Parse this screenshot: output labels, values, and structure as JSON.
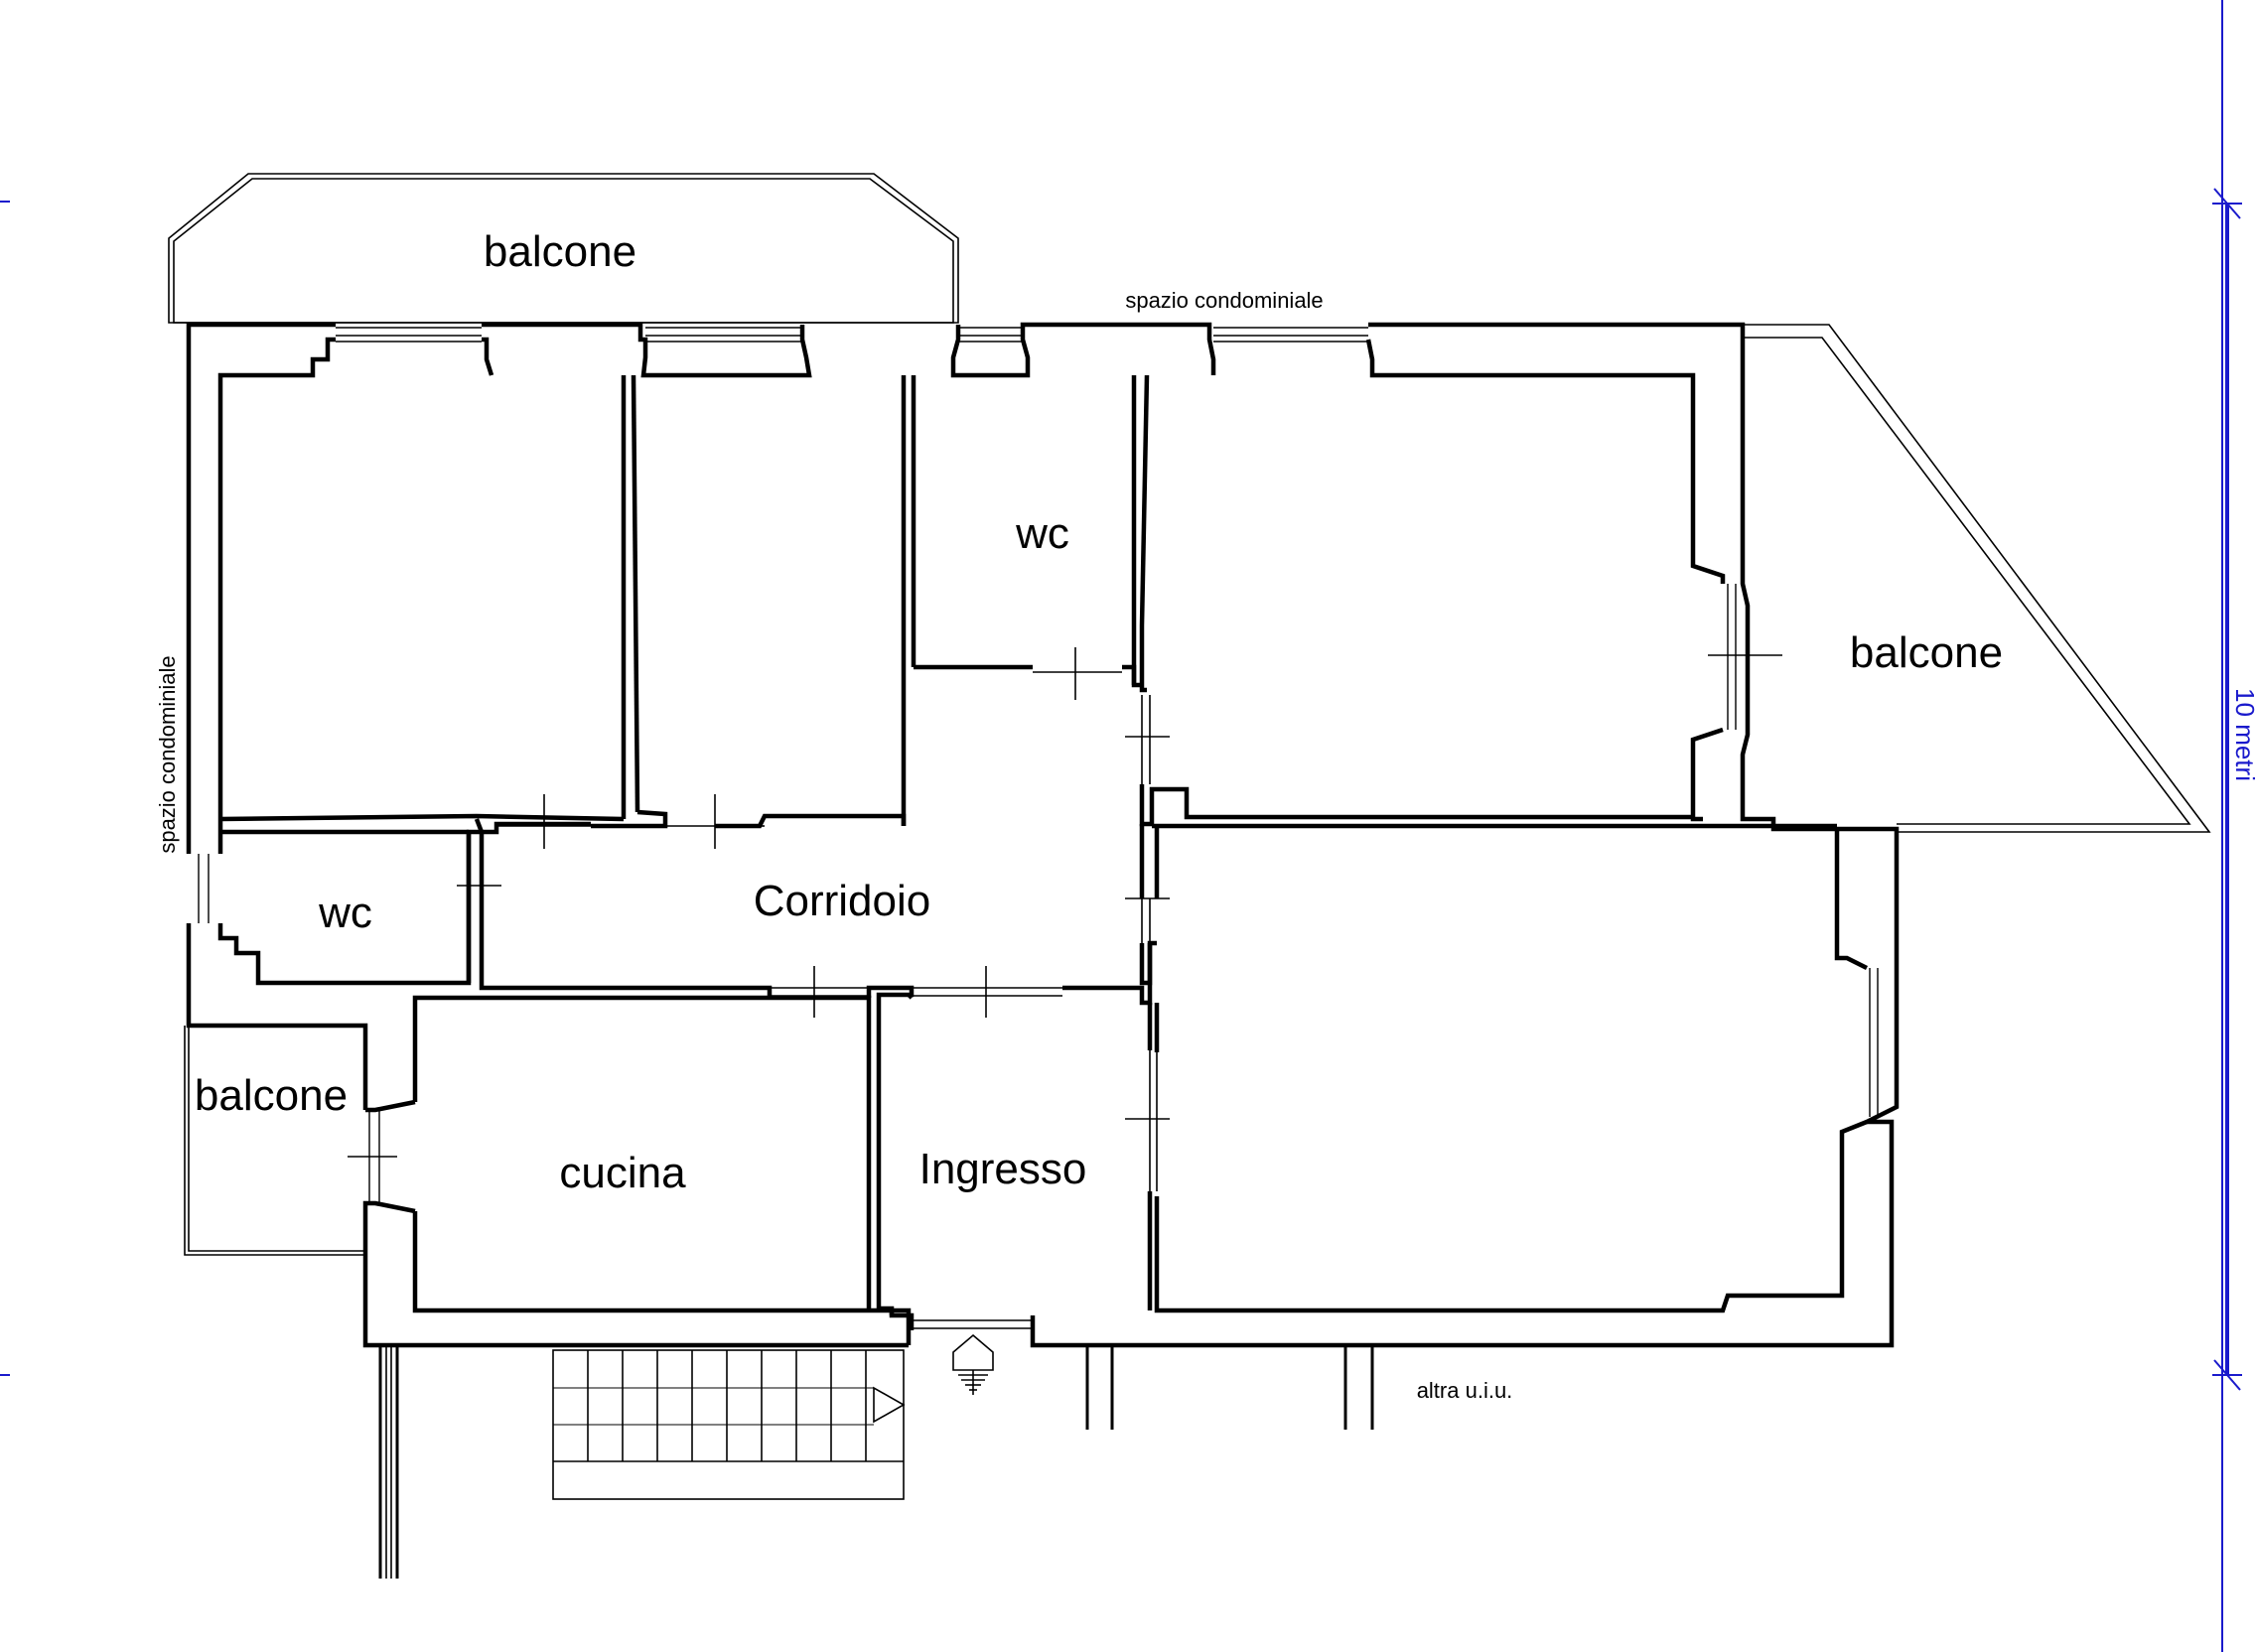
{
  "labels": {
    "balcone_top": "balcone",
    "balcone_right": "balcone",
    "balcone_left": "balcone",
    "wc_top": "wc",
    "wc_left": "wc",
    "corridoio": "Corridoio",
    "cucina": "cucina",
    "ingresso": "Ingresso",
    "spazio_top": "spazio condominiale",
    "spazio_left": "spazio condominiale",
    "altra": "altra u.i.u.",
    "scale": "10 metri"
  },
  "colors": {
    "lines": "#000000",
    "scale_bar": "#1a1acc",
    "background": "#ffffff"
  }
}
